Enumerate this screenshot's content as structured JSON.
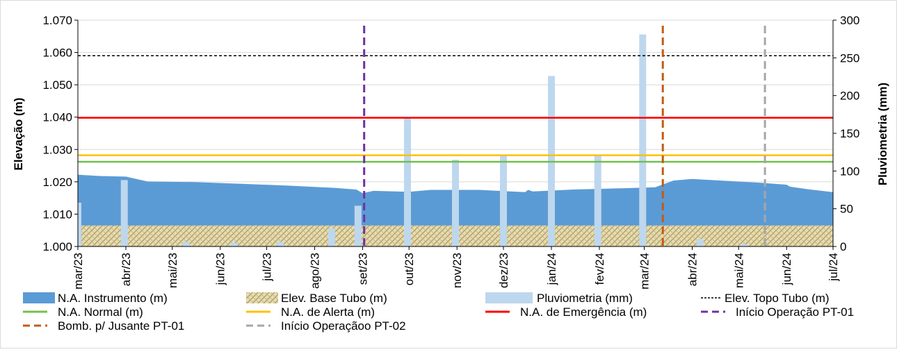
{
  "chart_data": {
    "type": "area",
    "ylabel_left": "Elevação (m)",
    "ylabel_right": "Pluviometria (mm)",
    "y_left_range": [
      1.0,
      1.07
    ],
    "y_left_ticks": [
      "1.000",
      "1.010",
      "1.020",
      "1.030",
      "1.040",
      "1.050",
      "1.060",
      "1.070"
    ],
    "y_left_tick_values": [
      1.0,
      1.01,
      1.02,
      1.03,
      1.04,
      1.05,
      1.06,
      1.07
    ],
    "y_right_range": [
      0,
      300
    ],
    "y_right_ticks": [
      "0",
      "50",
      "100",
      "150",
      "200",
      "250",
      "300"
    ],
    "y_right_tick_values": [
      0,
      50,
      100,
      150,
      200,
      250,
      300
    ],
    "x_range": [
      "2023-03-01",
      "2024-07-01"
    ],
    "x_ticks": [
      "mar/23",
      "abr/23",
      "mai/23",
      "jun/23",
      "jul/23",
      "ago/23",
      "set/23",
      "out/23",
      "nov/23",
      "dez/23",
      "jan/24",
      "fev/24",
      "mar/24",
      "abr/24",
      "mai/24",
      "jun/24",
      "jul/24"
    ],
    "x_tick_dates": [
      "2023-03-01",
      "2023-04-01",
      "2023-05-01",
      "2023-06-01",
      "2023-07-01",
      "2023-08-01",
      "2023-09-01",
      "2023-10-01",
      "2023-11-01",
      "2023-12-01",
      "2024-01-01",
      "2024-02-01",
      "2024-03-01",
      "2024-04-01",
      "2024-05-01",
      "2024-06-01",
      "2024-07-01"
    ],
    "grid": "horizontal",
    "legend_position": "bottom",
    "series": [
      {
        "name": "N.A. Instrumento (m)",
        "kind": "area",
        "axis": "left",
        "color": "#5b9bd5",
        "points": [
          [
            "2023-03-01",
            1.0222
          ],
          [
            "2023-03-15",
            1.0218
          ],
          [
            "2023-04-01",
            1.0216
          ],
          [
            "2023-04-15",
            1.0201
          ],
          [
            "2023-05-15",
            1.0199
          ],
          [
            "2023-06-15",
            1.0194
          ],
          [
            "2023-07-15",
            1.0188
          ],
          [
            "2023-08-15",
            1.0181
          ],
          [
            "2023-08-28",
            1.0176
          ],
          [
            "2023-09-01",
            1.0165
          ],
          [
            "2023-09-08",
            1.0172
          ],
          [
            "2023-10-01",
            1.0169
          ],
          [
            "2023-10-15",
            1.0175
          ],
          [
            "2023-11-15",
            1.0175
          ],
          [
            "2023-11-28",
            1.0172
          ],
          [
            "2023-12-15",
            1.0168
          ],
          [
            "2023-12-17",
            1.0175
          ],
          [
            "2023-12-20",
            1.017
          ],
          [
            "2024-01-15",
            1.0176
          ],
          [
            "2024-02-15",
            1.018
          ],
          [
            "2024-03-08",
            1.0183
          ],
          [
            "2024-03-20",
            1.0204
          ],
          [
            "2024-04-01",
            1.0209
          ],
          [
            "2024-04-15",
            1.0205
          ],
          [
            "2024-05-15",
            1.0197
          ],
          [
            "2024-06-01",
            1.0191
          ],
          [
            "2024-06-03",
            1.0185
          ],
          [
            "2024-06-15",
            1.0177
          ],
          [
            "2024-07-01",
            1.0168
          ]
        ]
      },
      {
        "name": "Elev. Base Tubo (m)",
        "kind": "area",
        "axis": "left",
        "color": "#e7dcae",
        "value": 1.0065
      },
      {
        "name": "Pluviometria (mm)",
        "kind": "bar",
        "axis": "right",
        "color": "#bdd7ee",
        "points": [
          [
            "2023-03-01",
            58
          ],
          [
            "2023-03-31",
            88
          ],
          [
            "2023-05-10",
            6
          ],
          [
            "2023-06-10",
            5
          ],
          [
            "2023-07-10",
            6
          ],
          [
            "2023-08-12",
            24
          ],
          [
            "2023-08-29",
            54
          ],
          [
            "2023-09-30",
            170
          ],
          [
            "2023-10-31",
            115
          ],
          [
            "2023-12-01",
            122
          ],
          [
            "2024-01-01",
            226
          ],
          [
            "2024-01-31",
            120
          ],
          [
            "2024-02-29",
            281
          ],
          [
            "2024-04-06",
            10
          ],
          [
            "2024-05-04",
            3
          ]
        ]
      },
      {
        "name": "Elev. Topo Tubo (m)",
        "kind": "hline",
        "axis": "left",
        "color": "#000000",
        "dash": "dotted",
        "value": 1.059
      },
      {
        "name": "N.A. Normal (m)",
        "kind": "hline",
        "axis": "left",
        "color": "#70c04c",
        "value": 1.0262
      },
      {
        "name": "N.A. de Alerta (m)",
        "kind": "hline",
        "axis": "left",
        "color": "#ffc000",
        "value": 1.0282
      },
      {
        "name": "N.A. de Emergência (m)",
        "kind": "hline",
        "axis": "left",
        "color": "#ff0000",
        "value": 1.0398
      },
      {
        "name": "Início Operação PT-01",
        "kind": "vline",
        "color": "#7030a0",
        "date": "2023-09-02"
      },
      {
        "name": "Bomb. p/ Jusante PT-01",
        "kind": "vline",
        "color": "#c55a11",
        "date": "2024-03-13"
      },
      {
        "name": "Início Operaçãoo PT-02",
        "kind": "vline",
        "color": "#a6a6a6",
        "date": "2024-05-18"
      }
    ]
  }
}
